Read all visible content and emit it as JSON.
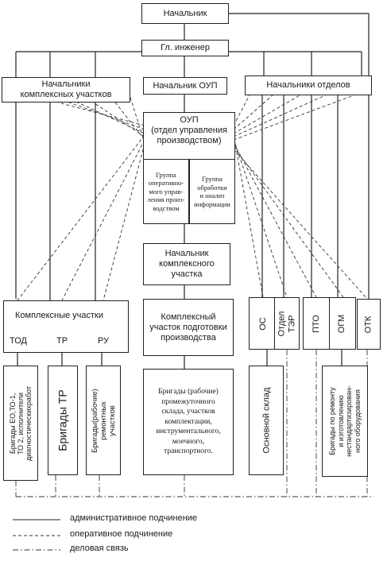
{
  "nodes": {
    "head": "Начальник",
    "chief_engineer": "Гл. инженер",
    "complex_heads_line1": "Начальники",
    "complex_heads_line2": "комплексных участков",
    "oup_head": "Начальник ОУП",
    "dept_heads": "Начальники отделов",
    "oup_line1": "ОУП",
    "oup_line2": "(отдел управления",
    "oup_line3": "производством)",
    "group_ops_1": "Группа",
    "group_ops_2": "оперативно-",
    "group_ops_3": "мого управ-",
    "group_ops_4": "ления произ-",
    "group_ops_5": "водством",
    "group_info_1": "Группа",
    "group_info_2": "обработки",
    "group_info_3": "и анализ",
    "group_info_4": "информации",
    "complex_area_head_1": "Начальник",
    "complex_area_head_2": "комплексного",
    "complex_area_head_3": "участка",
    "complex_areas": "Комплексные участки",
    "tod": "ТОД",
    "tr": "ТР",
    "ru": "РУ",
    "prep_area_1": "Комплексный",
    "prep_area_2": "участок подготовки",
    "prep_area_3": "производства",
    "os": "ОС",
    "ter_1": "Отдел",
    "ter_2": "ТЭР",
    "pto": "ПТО",
    "ogm": "ОГМ",
    "otk": "ОТК",
    "brig_eo": "Бригады ЕО,ТО-1,\nТО 2, исполнители\nдиагностическихработ",
    "brig_tr": "Бригады ТР",
    "brig_rem": "Бригады(рабочие)\nремонтных\nучастков",
    "brig_prep_1": "Бригады (рабочие)",
    "brig_prep_2": "промежуточного",
    "brig_prep_3": "склада, участков",
    "brig_prep_4": "комплектации,",
    "brig_prep_5": "инструментального,",
    "brig_prep_6": "моечного,",
    "brig_prep_7": "транспортного.",
    "main_warehouse": "Основной склад",
    "brig_ogm": "Бригады по ремонту\nи изготовлению\nнестандартизирован-\nного оборудования"
  },
  "legend": {
    "admin": "административное подчинение",
    "operative": "оперативное подчинение",
    "business": "деловая связь"
  }
}
